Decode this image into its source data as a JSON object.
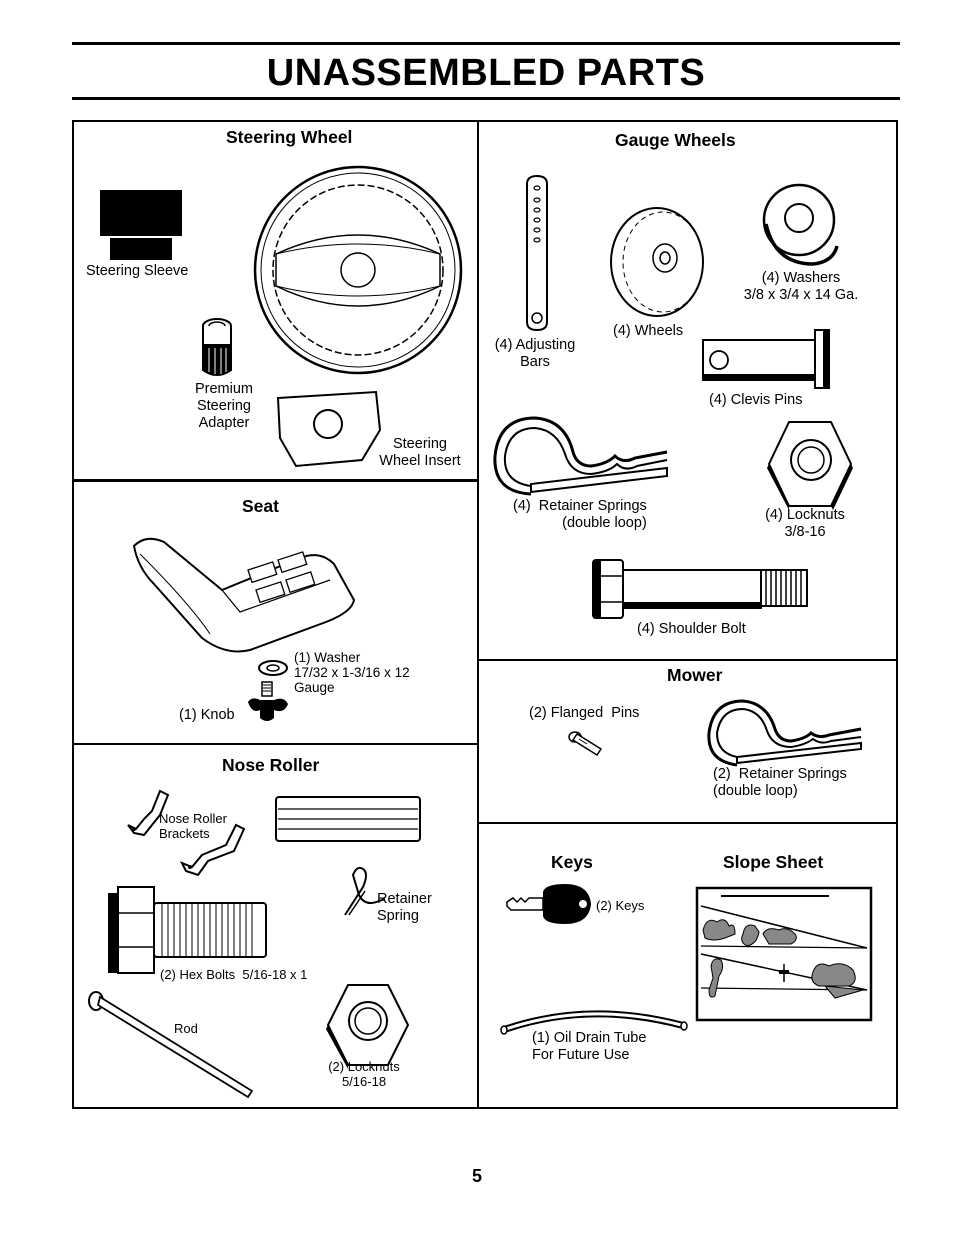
{
  "page": {
    "title": "UNASSEMBLED PARTS",
    "number": "5"
  },
  "steering_wheel": {
    "heading": "Steering Wheel",
    "sleeve": "Steering Sleeve",
    "adapter": "Premium\nSteering\nAdapter",
    "insert": "Steering\nWheel Insert"
  },
  "seat": {
    "heading": "Seat",
    "washer": "(1) Washer\n17/32 x 1-3/16 x 12\nGauge",
    "knob": "(1) Knob"
  },
  "nose_roller": {
    "heading": "Nose Roller",
    "brackets": "Nose Roller\nBrackets",
    "retainer": "Retainer\nSpring",
    "hex_bolts": "(2) Hex Bolts  5/16-18 x 1",
    "rod": "Rod",
    "locknuts": "(2) Locknuts\n5/16-18"
  },
  "gauge_wheels": {
    "heading": "Gauge Wheels",
    "adjusting_bars": "(4) Adjusting\nBars",
    "wheels": "(4) Wheels",
    "washers": "(4) Washers\n3/8 x 3/4 x 14 Ga.",
    "clevis_pins": "(4) Clevis Pins",
    "retainer_springs": "(4)  Retainer Springs\n(double loop)",
    "locknuts": "(4) Locknuts\n3/8-16",
    "shoulder_bolt": "(4) Shoulder Bolt"
  },
  "mower": {
    "heading": "Mower",
    "flanged_pins": "(2) Flanged  Pins",
    "retainer_springs": "(2)  Retainer Springs\n(double loop)"
  },
  "keys": {
    "heading": "Keys",
    "keys_label": "(2) Keys",
    "oil_tube": "(1) Oil Drain Tube\nFor Future Use"
  },
  "slope_sheet": {
    "heading": "Slope Sheet"
  }
}
